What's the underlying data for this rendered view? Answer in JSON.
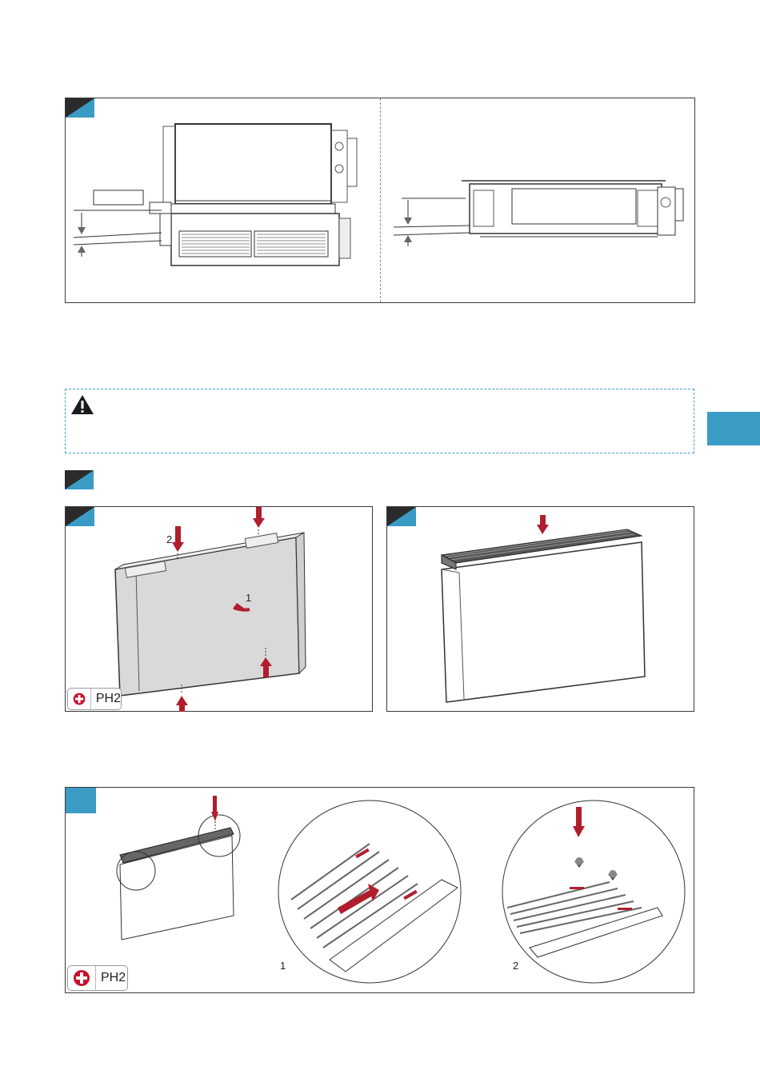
{
  "colors": {
    "accent": "#3a9bc4",
    "dark_corner": "#2b2b2b",
    "arrow_red": "#b01e2d",
    "frame": "#3a3a3a"
  },
  "warning": {
    "icon": "warning-triangle-icon"
  },
  "figure_d": {
    "step1": "1",
    "step2": "2",
    "tool": "PH2"
  },
  "figure_f": {
    "step1": "1",
    "step2": "2",
    "tool": "PH2"
  }
}
